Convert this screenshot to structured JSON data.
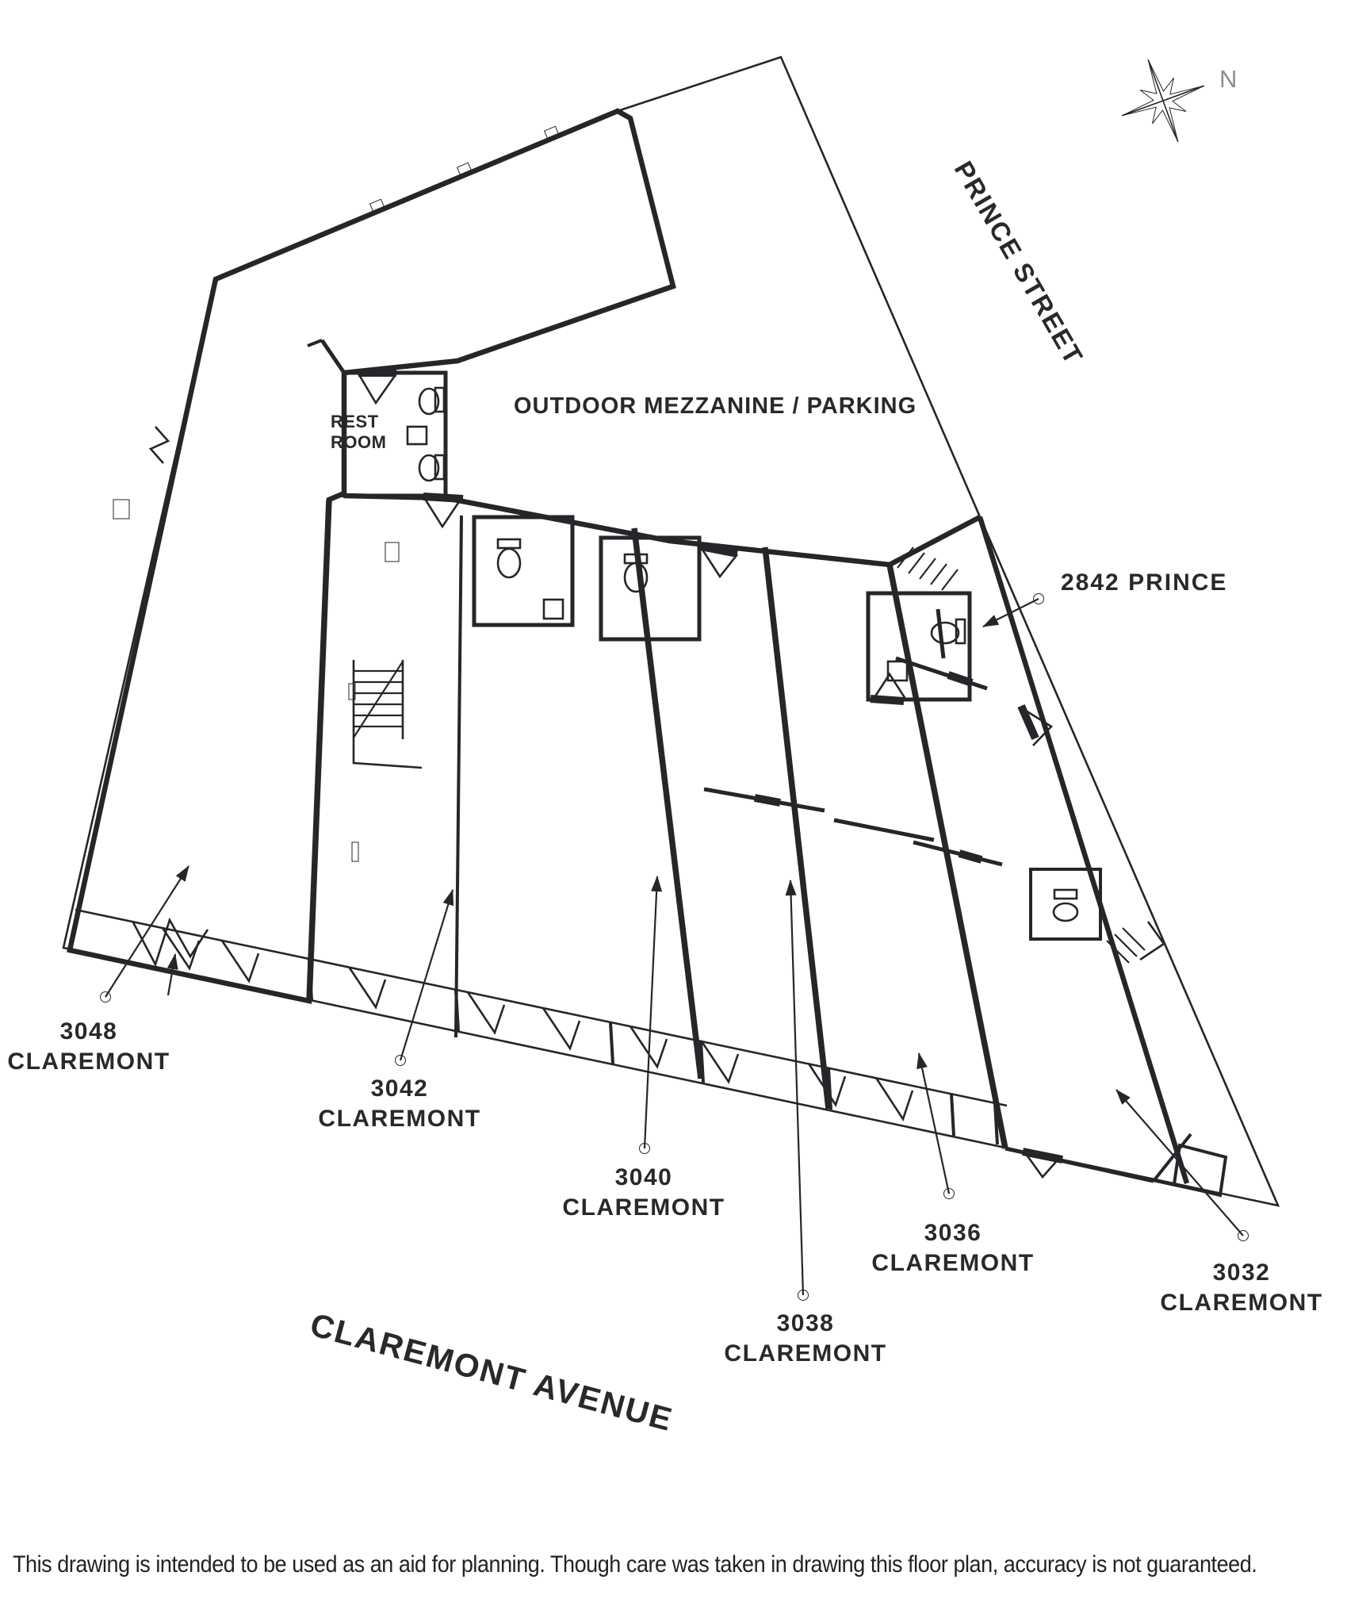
{
  "compass": {
    "north_label": "N"
  },
  "streets": {
    "prince": "PRINCE STREET",
    "claremont": "CLAREMONT AVENUE"
  },
  "areas": {
    "mezzanine": "OUTDOOR MEZZANINE / PARKING",
    "restroom_line1": "REST",
    "restroom_line2": "ROOM"
  },
  "units": {
    "u2842": {
      "label": "2842 PRINCE"
    },
    "u3048": {
      "number": "3048",
      "street": "CLAREMONT"
    },
    "u3042": {
      "number": "3042",
      "street": "CLAREMONT"
    },
    "u3040": {
      "number": "3040",
      "street": "CLAREMONT"
    },
    "u3038": {
      "number": "3038",
      "street": "CLAREMONT"
    },
    "u3036": {
      "number": "3036",
      "street": "CLAREMONT"
    },
    "u3032": {
      "number": "3032",
      "street": "CLAREMONT"
    }
  },
  "footer": {
    "disclaimer": "This drawing is intended to be used as an aid for planning. Though care was taken in drawing this floor plan, accuracy is not guaranteed."
  },
  "colors": {
    "ink": "#26262a",
    "shade": "#e3edee",
    "muted": "#8a8f93"
  }
}
